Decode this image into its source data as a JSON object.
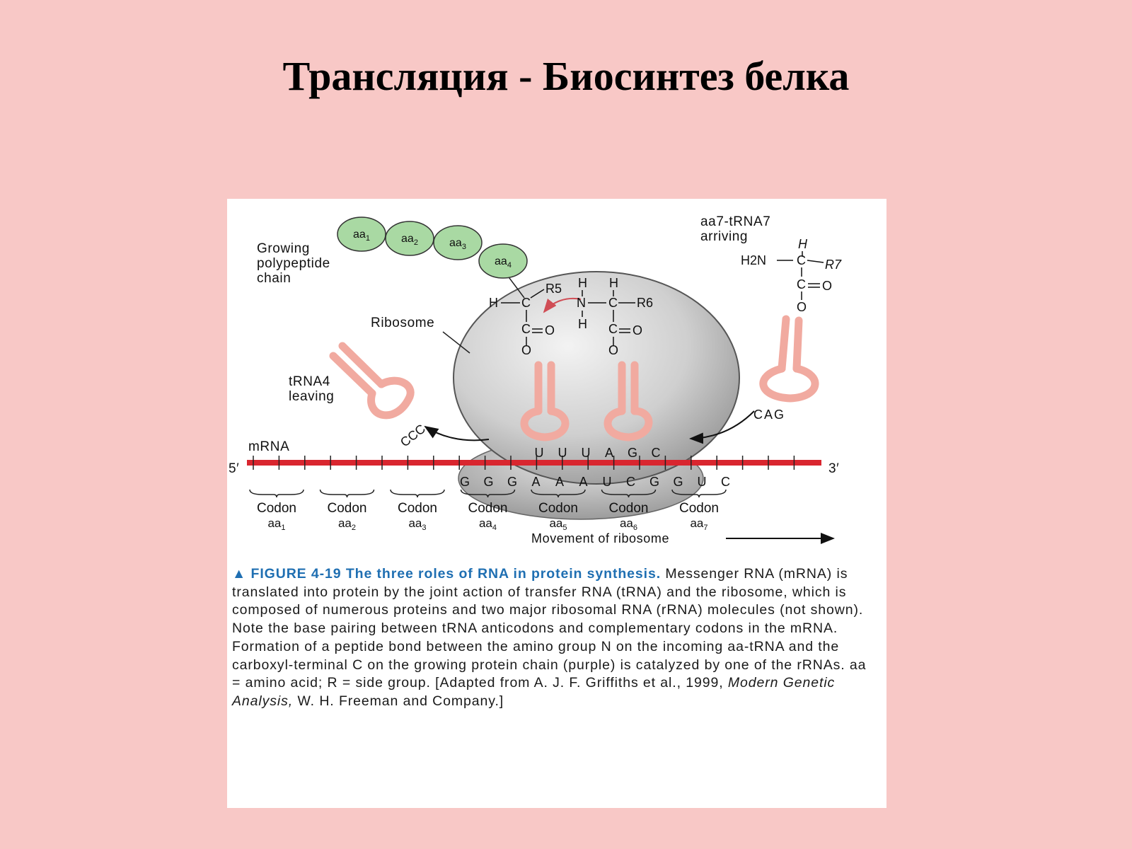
{
  "slide": {
    "title": "Трансляция - Биосинтез белка"
  },
  "colors": {
    "background": "#f8c8c6",
    "mrna": "#d9262f",
    "trna": "#f1aaa0",
    "amino_acid": "#a9d9a3",
    "caption_head": "#1f6fb2"
  },
  "diagram": {
    "growing_chain_label": [
      "Growing",
      "polypeptide",
      "chain"
    ],
    "chain_beads": [
      {
        "base": "aa",
        "sub": "1"
      },
      {
        "base": "aa",
        "sub": "2"
      },
      {
        "base": "aa",
        "sub": "3"
      },
      {
        "base": "aa",
        "sub": "4"
      }
    ],
    "arriving_label": [
      "aa7-tRNA7",
      "arriving"
    ],
    "ribosome_label": "Ribosome",
    "leaving_label": [
      "tRNA4",
      "leaving"
    ],
    "mrna_label": "mRNA",
    "end_5": "5′",
    "end_3": "3′",
    "anticodon_leaving": "CCC",
    "anticodon_arriving": "CAG",
    "anticodons_bound": [
      "U",
      "U",
      "U",
      "A",
      "G",
      "C"
    ],
    "mrna_bases": [
      "G",
      "G",
      "G",
      "A",
      "A",
      "A",
      "U",
      "C",
      "G",
      "G",
      "U",
      "C"
    ],
    "codons": [
      {
        "label": "Codon",
        "aa": "aa",
        "sub": "1"
      },
      {
        "label": "Codon",
        "aa": "aa",
        "sub": "2"
      },
      {
        "label": "Codon",
        "aa": "aa",
        "sub": "3"
      },
      {
        "label": "Codon",
        "aa": "aa",
        "sub": "4"
      },
      {
        "label": "Codon",
        "aa": "aa",
        "sub": "5"
      },
      {
        "label": "Codon",
        "aa": "aa",
        "sub": "6"
      },
      {
        "label": "Codon",
        "aa": "aa",
        "sub": "7"
      }
    ],
    "movement_label": "Movement of ribosome",
    "chem": {
      "left": {
        "h": "H",
        "c": "C",
        "r": "R5",
        "o": "O",
        "o2": "O"
      },
      "middle": {
        "h_top": "H",
        "n": "N",
        "h_bottom": "H"
      },
      "right": {
        "h": "H",
        "c": "C",
        "r": "R6",
        "o": "O",
        "o2": "O"
      },
      "arriving": {
        "h": "H",
        "h2n": "H2N",
        "c": "C",
        "r": "R7",
        "o": "O",
        "o2": "O"
      }
    }
  },
  "caption": {
    "head": "▲ FIGURE 4-19  The three roles of RNA in protein synthesis.",
    "body": " Messenger RNA (mRNA) is translated into protein by the joint action of transfer RNA (tRNA) and the ribosome, which is composed of numerous proteins and two major ribosomal RNA (rRNA) molecules (not shown). Note the base pairing between tRNA anticodons and complementary codons in the mRNA. Formation of a peptide bond between the amino group N on the incoming aa-tRNA and the carboxyl-terminal C on the growing protein chain (purple) is catalyzed by one of the rRNAs. aa = amino acid; R = side group. [Adapted from A. J. F. Griffiths et al., 1999, ",
    "italic": "Modern Genetic Analysis,",
    "tail": " W. H. Freeman and Company.]"
  }
}
